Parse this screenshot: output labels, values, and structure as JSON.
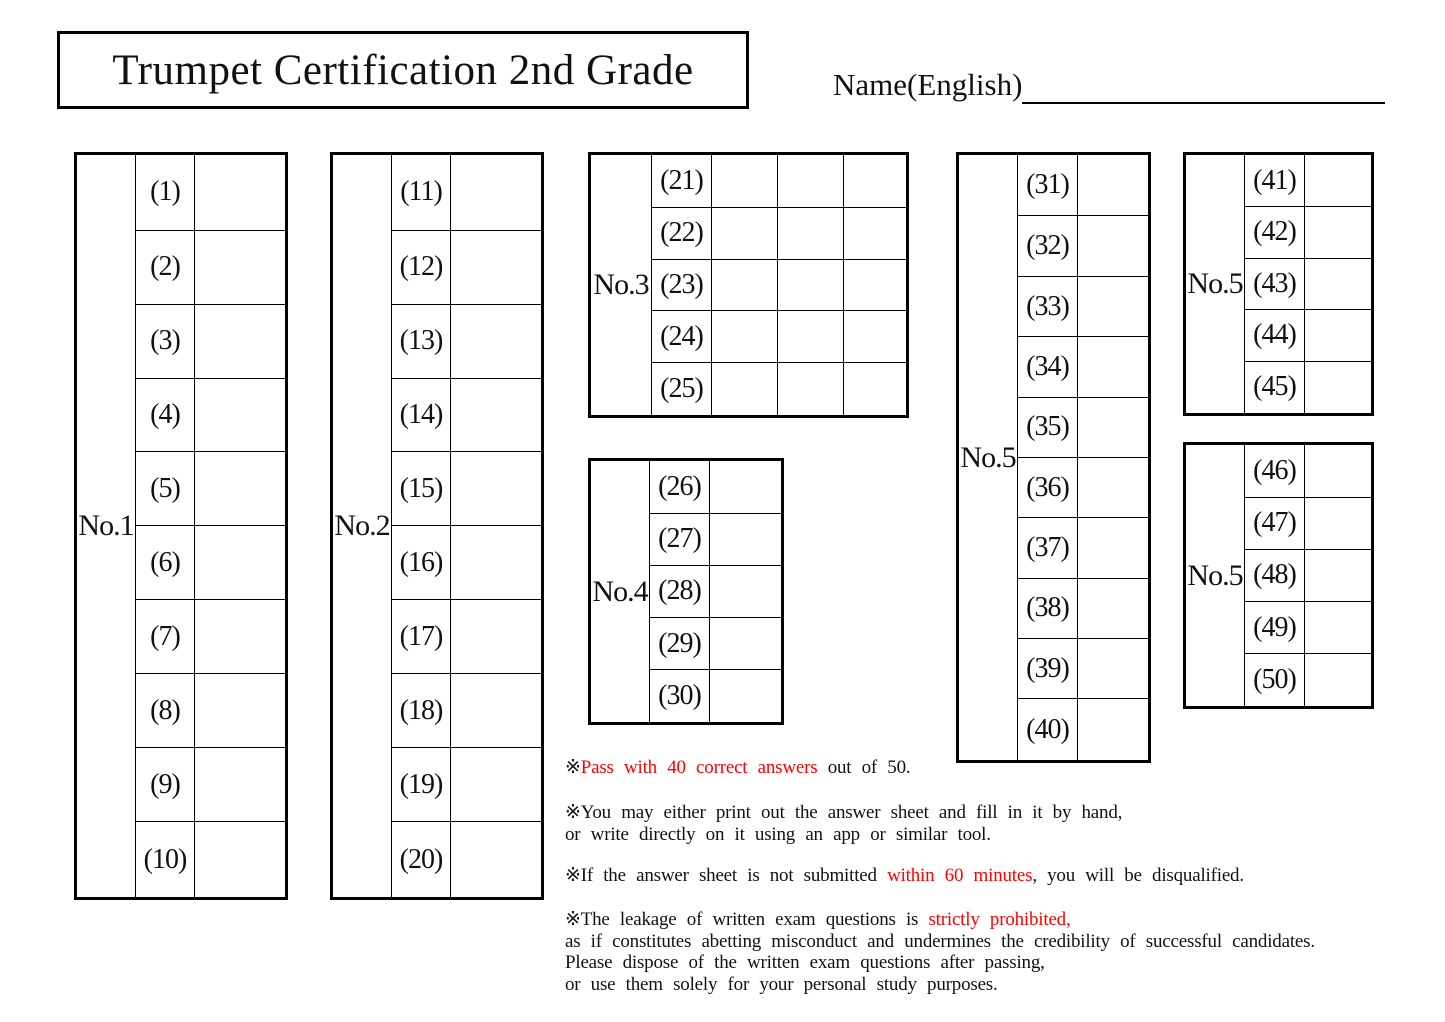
{
  "header": {
    "title": "Trumpet Certification 2nd Grade",
    "name_label": "Name(English)"
  },
  "tables": {
    "no1": {
      "label": "No.1",
      "answer_cols": 1,
      "rows": [
        "(1)",
        "(2)",
        "(3)",
        "(4)",
        "(5)",
        "(6)",
        "(7)",
        "(8)",
        "(9)",
        "(10)"
      ]
    },
    "no2": {
      "label": "No.2",
      "answer_cols": 1,
      "rows": [
        "(11)",
        "(12)",
        "(13)",
        "(14)",
        "(15)",
        "(16)",
        "(17)",
        "(18)",
        "(19)",
        "(20)"
      ]
    },
    "no3": {
      "label": "No.3",
      "answer_cols": 3,
      "rows": [
        "(21)",
        "(22)",
        "(23)",
        "(24)",
        "(25)"
      ]
    },
    "no4": {
      "label": "No.4",
      "answer_cols": 1,
      "rows": [
        "(26)",
        "(27)",
        "(28)",
        "(29)",
        "(30)"
      ]
    },
    "no5a": {
      "label": "No.5",
      "answer_cols": 1,
      "rows": [
        "(31)",
        "(32)",
        "(33)",
        "(34)",
        "(35)",
        "(36)",
        "(37)",
        "(38)",
        "(39)",
        "(40)"
      ]
    },
    "no5b": {
      "label": "No.5",
      "answer_cols": 1,
      "rows": [
        "(41)",
        "(42)",
        "(43)",
        "(44)",
        "(45)"
      ]
    },
    "no5c": {
      "label": "No.5",
      "answer_cols": 1,
      "rows": [
        "(46)",
        "(47)",
        "(48)",
        "(49)",
        "(50)"
      ]
    }
  },
  "notes": {
    "pass": {
      "pre": "※",
      "red": "Pass with 40 correct answers",
      "post": " out of 50."
    },
    "print": {
      "line1": "※You may either print out the answer sheet and fill in it by hand,",
      "line2": "or write directly on it using an app or similar tool."
    },
    "time": {
      "pre": "※If the answer sheet is not submitted ",
      "red": "within 60 minutes",
      "post": ", you will be disqualified."
    },
    "leakage": {
      "pre": "※The leakage of written exam questions is ",
      "red": "strictly prohibited,",
      "line2": "as if constitutes abetting misconduct and undermines the credibility of successful candidates.",
      "line3": "Please dispose of the written exam questions after passing,",
      "line4": "or use them solely for your personal study purposes."
    }
  },
  "colors": {
    "highlight_red": "#ff0000",
    "text_black": "#111111",
    "border_black": "#000000"
  }
}
